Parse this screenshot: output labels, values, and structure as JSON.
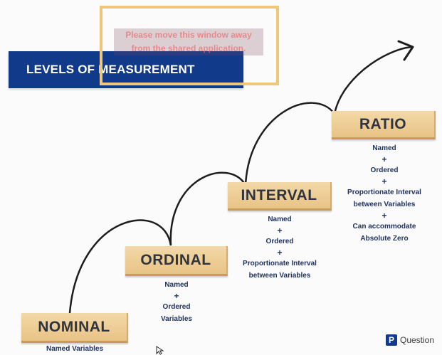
{
  "title": "LEVELS OF MEASUREMENT",
  "overlay": {
    "line1": "Please move this window away",
    "line2": "from the shared application."
  },
  "steps": [
    {
      "label": "NOMINAL",
      "desc": [
        "Named Variables"
      ]
    },
    {
      "label": "ORDINAL",
      "desc": [
        "Named",
        "+",
        "Ordered",
        "Variables"
      ]
    },
    {
      "label": "INTERVAL",
      "desc": [
        "Named",
        "+",
        "Ordered",
        "+",
        "Proportionate Interval",
        "between Variables"
      ]
    },
    {
      "label": "RATIO",
      "desc": [
        "Named",
        "+",
        "Ordered",
        "+",
        "Proportionate Interval",
        "between Variables",
        "+",
        "Can accommodate",
        "Absolute Zero"
      ]
    }
  ],
  "brand": {
    "mark": "P",
    "text": "Question"
  },
  "colors": {
    "title_bg": "#123a8a",
    "step": "#efd09a",
    "text": "#20325e",
    "overlay_border": "#efc77a"
  },
  "icons": [
    "growth-arrow-icon",
    "mouse-cursor-icon",
    "brand-logo-icon"
  ]
}
